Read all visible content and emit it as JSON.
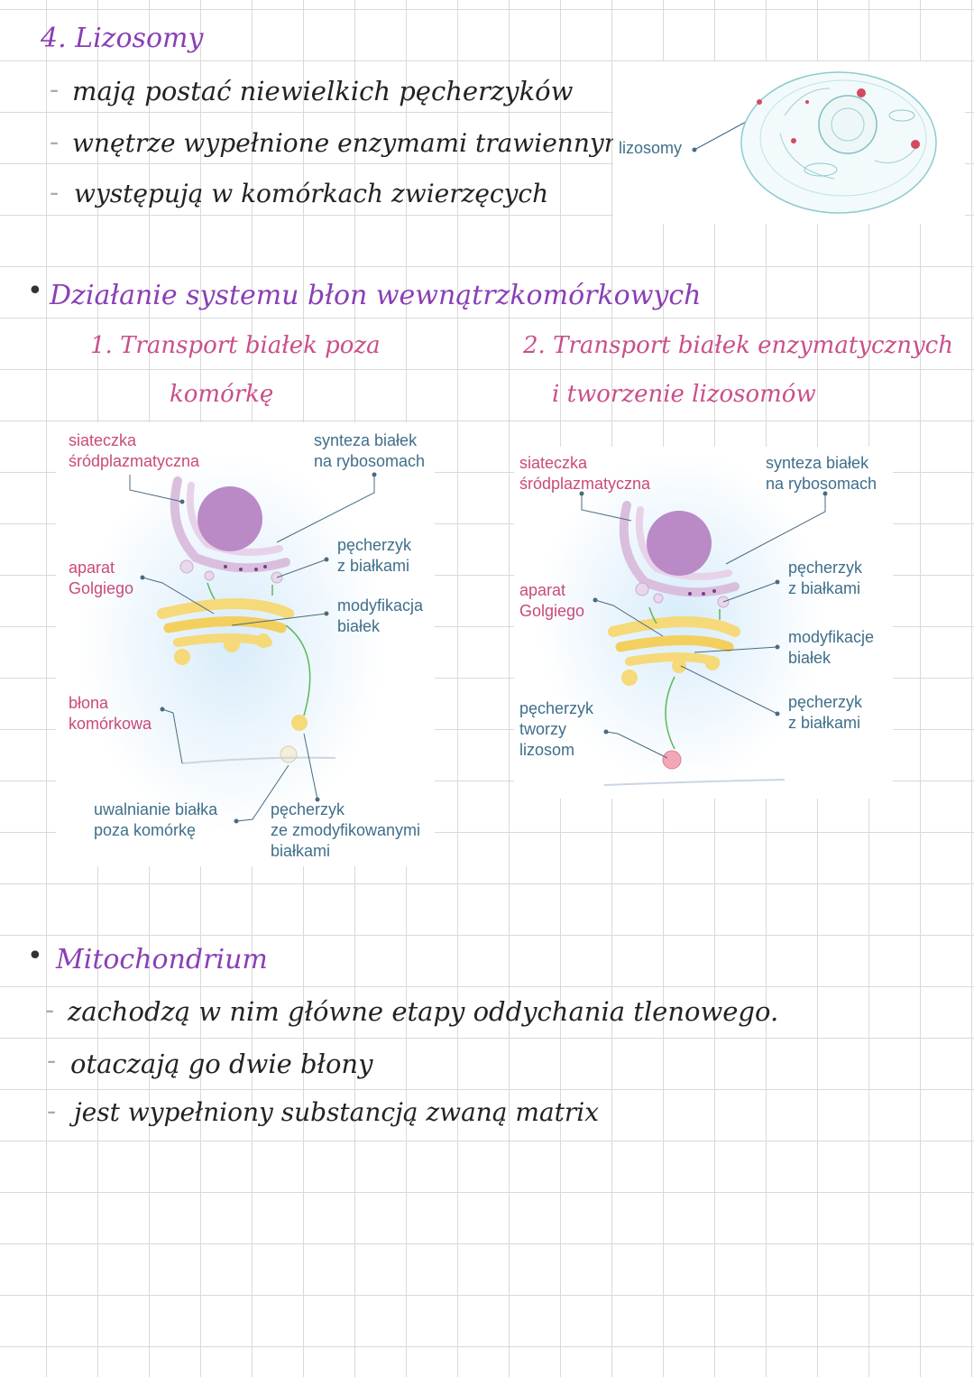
{
  "lysosomes": {
    "heading": "4. Lizosomy",
    "items": [
      "mają postać niewielkich pęcherzyków",
      "wnętrze wypełnione enzymami trawiennymi",
      "występują w komórkach zwierzęcych"
    ],
    "diagram_label": "lizosomy"
  },
  "membranes": {
    "heading": "Działanie systemu błon wewnątrzkomórkowych",
    "panel1": {
      "title_line1": "1. Transport białek poza",
      "title_line2": "komórkę",
      "labels": {
        "er": "siateczka\nśródplazmatyczna",
        "synthesis": "synteza białek\nna rybosomach",
        "golgi": "aparat\nGolgiego",
        "vesicle": "pęcherzyk\nz białkami",
        "modification": "modyfikacja\nbiałek",
        "membrane": "błona\nkomórkowa",
        "release": "uwalnianie białka\npoza komórkę",
        "modified_vesicle": "pęcherzyk\nze zmodyfikowanymi\nbiałkami"
      }
    },
    "panel2": {
      "title_line1": "2. Transport białek enzymatycznych",
      "title_line2": "i tworzenie lizosomów",
      "labels": {
        "er": "siateczka\nśródplazmatyczna",
        "synthesis": "synteza białek\nna rybosomach",
        "golgi": "aparat\nGolgiego",
        "vesicle": "pęcherzyk\nz białkami",
        "modification": "modyfikacje\nbiałek",
        "vesicle2": "pęcherzyk\nz białkami",
        "lysosome_forming": "pęcherzyk\ntworzy\nlizosom"
      }
    }
  },
  "mitochondrion": {
    "heading": "Mitochondrium",
    "items": [
      "zachodzą w nim główne etapy oddychania tlenowego.",
      "otaczają go dwie błony",
      "jest wypełniony substancją zwaną matrix"
    ]
  },
  "colors": {
    "heading_purple": "#8a3fb5",
    "heading_pink": "#c94f8a",
    "label_red": "#c94a7a",
    "label_blue": "#3f6f8a"
  }
}
